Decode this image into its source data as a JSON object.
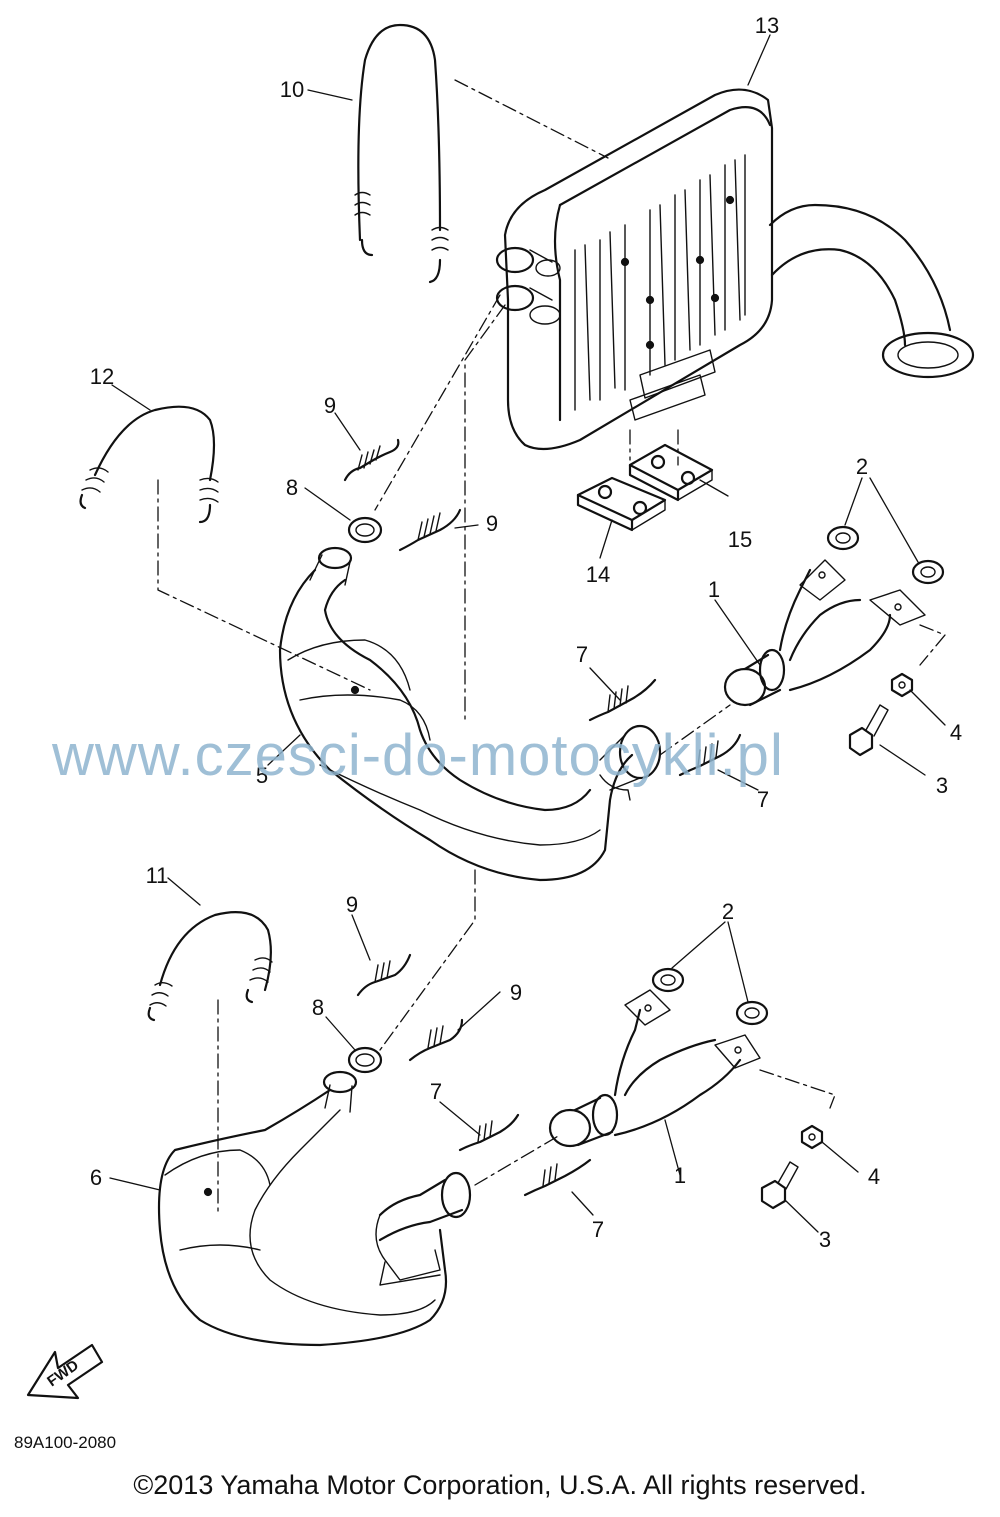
{
  "diagram": {
    "callouts": {
      "c1_top": "1",
      "c1_bottom": "1",
      "c2_top": "2",
      "c2_bottom": "2",
      "c3_top": "3",
      "c3_bottom": "3",
      "c4_top": "4",
      "c4_bottom": "4",
      "c5": "5",
      "c6": "6",
      "c7_a": "7",
      "c7_b": "7",
      "c7_c": "7",
      "c7_d": "7",
      "c8_top": "8",
      "c8_bottom": "8",
      "c9_a": "9",
      "c9_b": "9",
      "c9_c": "9",
      "c9_d": "9",
      "c10": "10",
      "c11": "11",
      "c12": "12",
      "c13": "13",
      "c14": "14",
      "c15": "15"
    },
    "fwd_label": "FWD",
    "drawing_code": "89A100-2080",
    "watermark": "www.czesci-do-motocykli.pl",
    "copyright": "©2013 Yamaha Motor Corporation, U.S.A. All rights reserved."
  }
}
